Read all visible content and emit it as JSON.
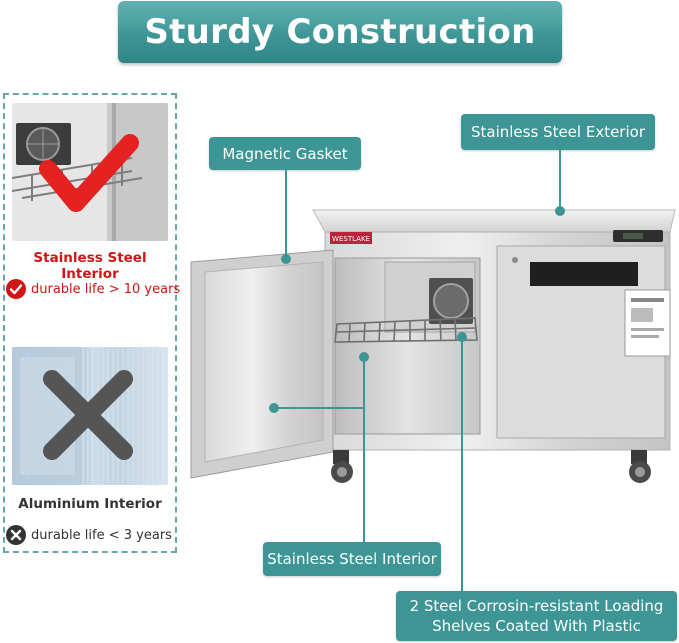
{
  "title": "Sturdy Construction",
  "comparison": {
    "steel": {
      "label": "Stainless Steel Interior",
      "life": "durable life > 10 years",
      "icon": "check-circle-icon",
      "color": "#d01515"
    },
    "aluminium": {
      "label": "Aluminium Interior",
      "life": "durable life < 3 years",
      "icon": "x-circle-icon",
      "color": "#333333"
    }
  },
  "callouts": {
    "gasket": "Magnetic Gasket",
    "exterior": "Stainless Steel Exterior",
    "interior": "Stainless Steel Interior",
    "shelves_line1": "2 Steel Corrosin-resistant Loading",
    "shelves_line2": "Shelves Coated With Plastic"
  },
  "product": {
    "brand": "WESTLAKE"
  },
  "colors": {
    "accent": "#3d9595",
    "good": "#d01515",
    "bad": "#333333"
  }
}
